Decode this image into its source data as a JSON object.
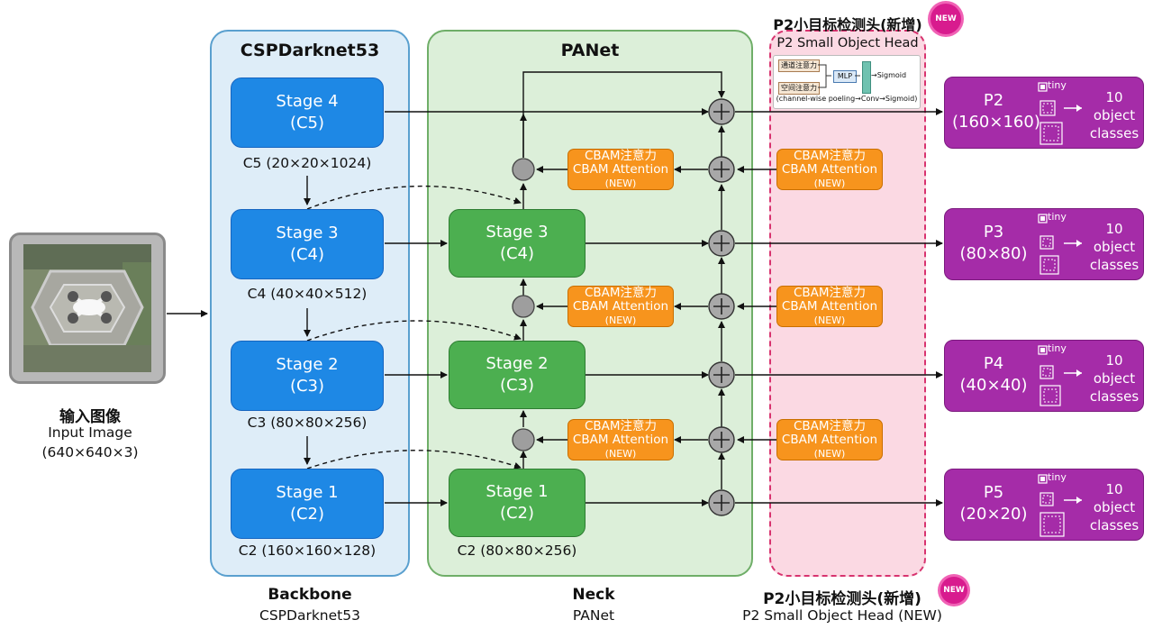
{
  "input": {
    "title": "输入图像",
    "subtitle": "Input Image",
    "dims": "(640×640×3)"
  },
  "backbone": {
    "title": "CSPDarknet53",
    "stages": [
      {
        "name": "Stage 4",
        "code": "(C5)",
        "caption": "C5 (20×20×1024)"
      },
      {
        "name": "Stage 3",
        "code": "(C4)",
        "caption": "C4 (40×40×512)"
      },
      {
        "name": "Stage 2",
        "code": "(C3)",
        "caption": "C3 (80×80×256)"
      },
      {
        "name": "Stage 1",
        "code": "(C2)",
        "caption": "C2 (160×160×128)"
      }
    ],
    "label": "Backbone",
    "label_sub": "CSPDarknet53"
  },
  "neck": {
    "title": "PANet",
    "stages": [
      {
        "name": "Stage 3",
        "code": "(C4)"
      },
      {
        "name": "Stage 2",
        "code": "(C3)"
      },
      {
        "name": "Stage 1",
        "code": "(C2)",
        "caption": "C2 (80×80×256)"
      }
    ],
    "label": "Neck",
    "label_sub": "PANet"
  },
  "cbam": {
    "line1": "CBAM注意力",
    "line2": "CBAM Attention",
    "line3": "(NEW)"
  },
  "p2head": {
    "title": "P2小目标检测头(新增)",
    "subtitle": "P2 Small Object Head",
    "badge": "NEW",
    "inset": {
      "chip1": "通道注意力",
      "chip2": "空间注意力",
      "mlp": "MLP",
      "out": "→Sigmoid",
      "caption": "(channel-wise poeling→Conv→Sigmoid)"
    },
    "label": "P2小目标检测头(新增)",
    "label_sub": "P2 Small Object Head (NEW)"
  },
  "outputs": [
    {
      "name": "P2",
      "size": "(160×160)",
      "tiny": "tiny",
      "classes": [
        "10",
        "object",
        "classes"
      ]
    },
    {
      "name": "P3",
      "size": "(80×80)",
      "tiny": "tiny",
      "classes": [
        "10",
        "object",
        "classes"
      ]
    },
    {
      "name": "P4",
      "size": "(40×40)",
      "tiny": "tiny",
      "classes": [
        "10",
        "object",
        "classes"
      ]
    },
    {
      "name": "P5",
      "size": "(20×20)",
      "tiny": "tiny",
      "classes": [
        "10",
        "object",
        "classes"
      ]
    }
  ],
  "colors": {
    "backbone_bg": "#deedf8",
    "neck_bg": "#dcefd9",
    "p2_bg": "#fbd9e3",
    "stage_blue": "#1e88e5",
    "stage_green": "#4caf50",
    "cbam": "#f7941d",
    "output": "#a52ca8"
  }
}
